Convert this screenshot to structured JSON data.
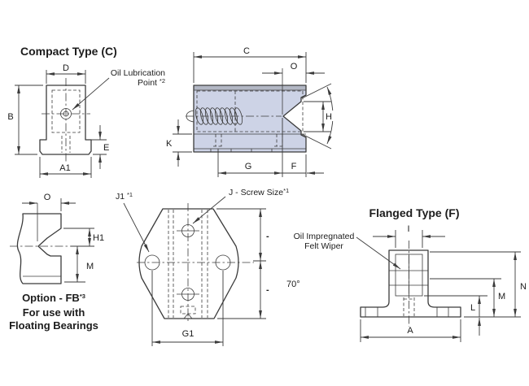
{
  "colors": {
    "body": "#cdd3e6",
    "band": "#b2b7c4",
    "line": "#3b3b3b",
    "text": "#1c1c1c"
  },
  "compact": {
    "title": "Compact Type (C)",
    "callout_line1": "Oil Lubrication",
    "callout_line2": "Point ",
    "callout_sup": "*2",
    "dim_d": "D",
    "dim_b": "B",
    "dim_e": "E",
    "dim_a1": "A1"
  },
  "side": {
    "dim_c": "C",
    "dim_o": "O",
    "dim_h": "H",
    "dim_k": "K",
    "dim_g": "G",
    "dim_f": "F"
  },
  "option_fb": {
    "caption_main": "Option - FB",
    "caption_sup": "*3",
    "caption_line2": "For use with",
    "caption_line3": "Floating Bearings",
    "dim_o": "O",
    "dim_h1": "H1",
    "dim_m": "M"
  },
  "top_view": {
    "callout_j1": "J1 ",
    "callout_j1_sup": "*1",
    "callout_j": "J - Screw Size",
    "callout_j_sup": "*1",
    "dim_g1": "G1",
    "dim_blank_upper": "-",
    "dim_blank_lower": "-",
    "angle": "70°"
  },
  "flanged": {
    "title": "Flanged Type (F)",
    "callout_line1": "Oil Impregnated",
    "callout_line2": "Felt Wiper",
    "dim_i": "I",
    "dim_n": "N",
    "dim_m": "M",
    "dim_l": "L",
    "dim_a": "A"
  }
}
